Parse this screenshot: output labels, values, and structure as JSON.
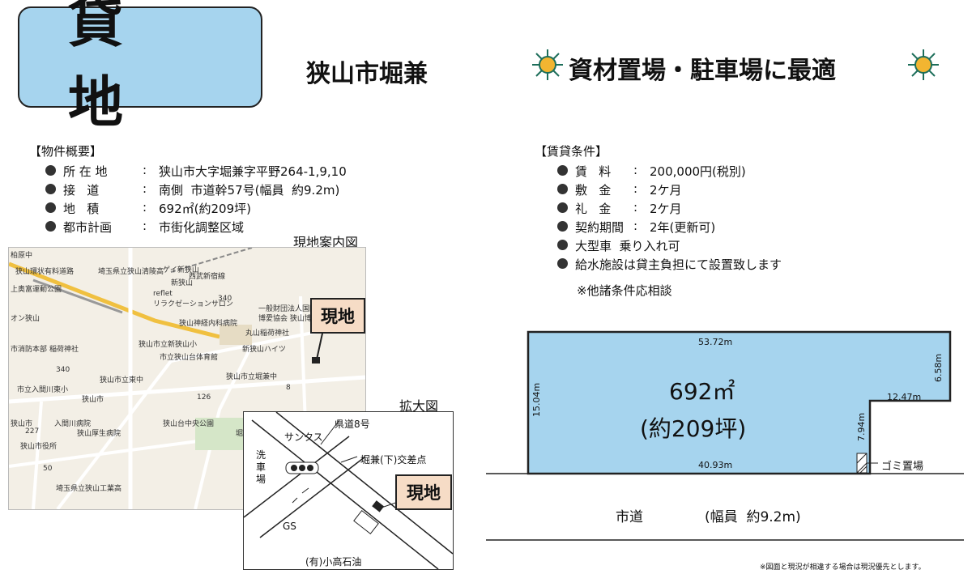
{
  "title": "貸 地",
  "location_title": "狭山市堀兼",
  "suitable_text": "資材置場・駐車場に最適",
  "colors": {
    "title_bg": "#a6d4ee",
    "plot_fill": "#a6d4ee",
    "callout_bg": "#f6dcc6"
  },
  "property": {
    "heading": "【物件概要】",
    "items": [
      {
        "label": "所 在 地",
        "sep": ":",
        "value": "狭山市大字堀兼字平野264-1,9,10"
      },
      {
        "label": "接   道",
        "sep": ":",
        "value": "南側  市道幹57号(幅員  約9.2m)"
      },
      {
        "label": "地   積",
        "sep": ":",
        "value": "692㎡(約209坪)"
      },
      {
        "label": "都市計画",
        "sep": ":",
        "value": "市街化調整区域"
      }
    ]
  },
  "lease": {
    "heading": "【賃貸条件】",
    "items": [
      {
        "label": "賃   料",
        "sep": ":",
        "value": "200,000円(税別)"
      },
      {
        "label": "敷   金",
        "sep": ":",
        "value": "2ケ月"
      },
      {
        "label": "礼   金",
        "sep": ":",
        "value": "2ケ月"
      },
      {
        "label": "契約期間",
        "sep": ":",
        "value": "2年(更新可)"
      },
      {
        "label": "大型車  乗り入れ可",
        "sep": "",
        "value": ""
      },
      {
        "label": "給水施設は貸主負担にて設置致します",
        "sep": "",
        "value": ""
      }
    ],
    "note": "※他諸条件応相談"
  },
  "map": {
    "label": "現地案内図",
    "callout": "現地",
    "labels": [
      "柏原中",
      "狭山環状有料道路",
      "埼玉県立狭山清陵高",
      "ゲイ新狭山",
      "新狭山",
      "西武新宿線",
      "上奥富運動公園",
      "reflet",
      "リラクゼーションサロン",
      "340",
      "一般財団法人国際",
      "博愛協会 狭山博愛",
      "狭山神経内科病院",
      "丸山稲荷神社",
      "オン狭山",
      "市消防本部",
      "稲荷神社",
      "狭山市立新狭山小",
      "市立狭山台体育館",
      "新狭山ハイツ",
      "340",
      "狭山市立東中",
      "狭山市立堀兼中",
      "8",
      "市立入間川東小",
      "狭山市",
      "126",
      "狭山市",
      "入間川病院",
      "狭山台中央公園",
      "227",
      "狭山厚生病院",
      "堀兼神社",
      "狭山市役所",
      "50",
      "埼玉県立狭山工業高"
    ]
  },
  "inset": {
    "label": "拡大図",
    "callout": "現地",
    "labels": {
      "route": "県道8号",
      "sunkus": "サンクス",
      "carwash": "洗\n車\n場",
      "intersection": "堀兼(下)交差点",
      "gs": "GS",
      "oil": "(有)小高石油"
    }
  },
  "plot": {
    "top": "53.72m",
    "right_top": "6.58m",
    "step": "12.47m",
    "step_down": "7.94m",
    "bottom": "40.93m",
    "left": "15.04m",
    "area": "692㎡",
    "area_tsubo": "(約209坪)",
    "garbage": "ゴミ置場",
    "road": "市道",
    "road_width": "(幅員  約9.2m)"
  },
  "disclaimer": "※図面と現況が相違する場合は現況優先とします。"
}
